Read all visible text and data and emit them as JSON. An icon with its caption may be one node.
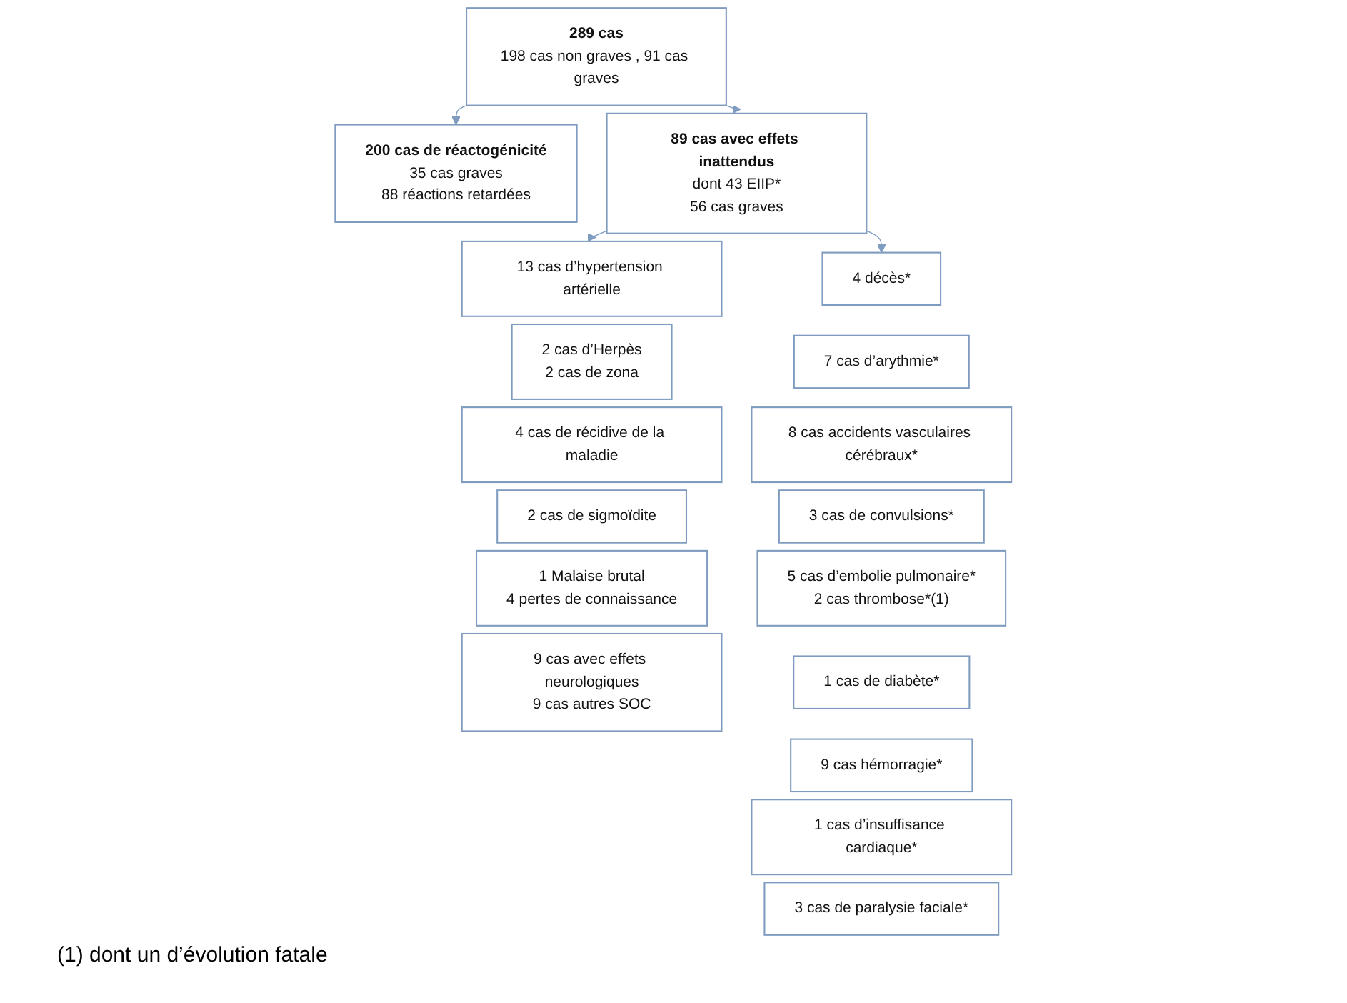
{
  "diagram": {
    "nodes": [
      {
        "text": [
          "289 cas",
          "198 cas non graves , 91 cas graves"
        ]
      },
      {
        "text": [
          "200 cas de réactogénicité",
          "35 cas graves",
          "88 réactions retardées"
        ]
      },
      {
        "text": [
          "89 cas avec effets inattendus",
          "dont 43 EIIP*",
          "56 cas graves"
        ]
      },
      {
        "text": [
          "13 cas d’hypertension artérielle"
        ]
      },
      {
        "text": [
          "2 cas d’Herpès",
          "2 cas de zona"
        ]
      },
      {
        "text": [
          "4 cas de récidive de la maladie"
        ]
      },
      {
        "text": [
          "2 cas de sigmoïdite"
        ]
      },
      {
        "text": [
          "1 Malaise brutal",
          "4 pertes de connaissance"
        ]
      },
      {
        "text": [
          "9 cas avec effets neurologiques",
          "9 cas autres SOC"
        ]
      },
      {
        "text": [
          "4 décès*"
        ]
      },
      {
        "text": [
          "7 cas d’arythmie*"
        ]
      },
      {
        "text": [
          "8 cas accidents vasculaires cérébraux*"
        ]
      },
      {
        "text": [
          "3 cas de convulsions*"
        ]
      },
      {
        "text": [
          "5 cas d’embolie pulmonaire*",
          "2 cas thrombose*(1)"
        ]
      },
      {
        "text": [
          "1 cas de diabète*"
        ]
      },
      {
        "text": [
          "9 cas hémorragie*"
        ]
      },
      {
        "text": [
          "1 cas d’insuffisance cardiaque*"
        ]
      },
      {
        "text": [
          "3 cas de paralysie faciale*"
        ]
      }
    ],
    "edges": [
      {
        "from": 0,
        "to": 1,
        "arrow": "to"
      },
      {
        "from": 0,
        "to": 2,
        "arrow": "to"
      },
      {
        "from": 2,
        "to": 3,
        "arrow": "to"
      },
      {
        "from": 2,
        "to": 9,
        "arrow": "to"
      }
    ],
    "labels": [
      "(1) dont un d’évolution fatale"
    ]
  }
}
